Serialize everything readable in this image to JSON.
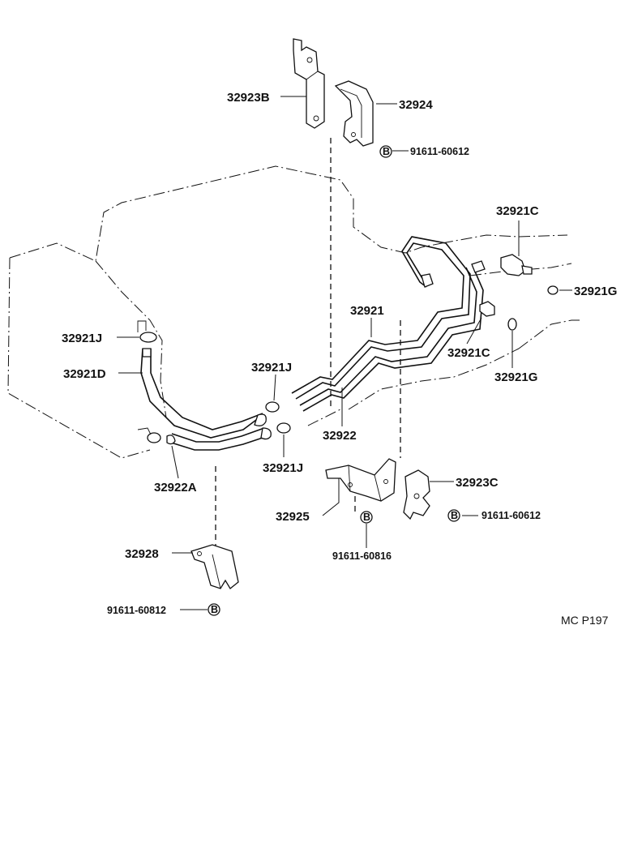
{
  "diagram": {
    "labels": {
      "p32923B": "32923B",
      "p32924": "32924",
      "bolt_top": "91611-60612",
      "p32921C_top": "32921C",
      "p32921G_right": "32921G",
      "p32921": "32921",
      "p32921C_mid": "32921C",
      "p32921G_mid": "32921G",
      "p32921J_left": "32921J",
      "p32921D": "32921D",
      "p32921J_mid": "32921J",
      "p32922": "32922",
      "p32921J_low": "32921J",
      "p32922A": "32922A",
      "p32923C": "32923C",
      "bolt_right": "91611-60612",
      "p32925": "32925",
      "bolt_center": "91611-60816",
      "p32928": "32928",
      "bolt_bottom": "91611-60812",
      "figure_code": "MC P197"
    },
    "bolt_marker": "B"
  }
}
